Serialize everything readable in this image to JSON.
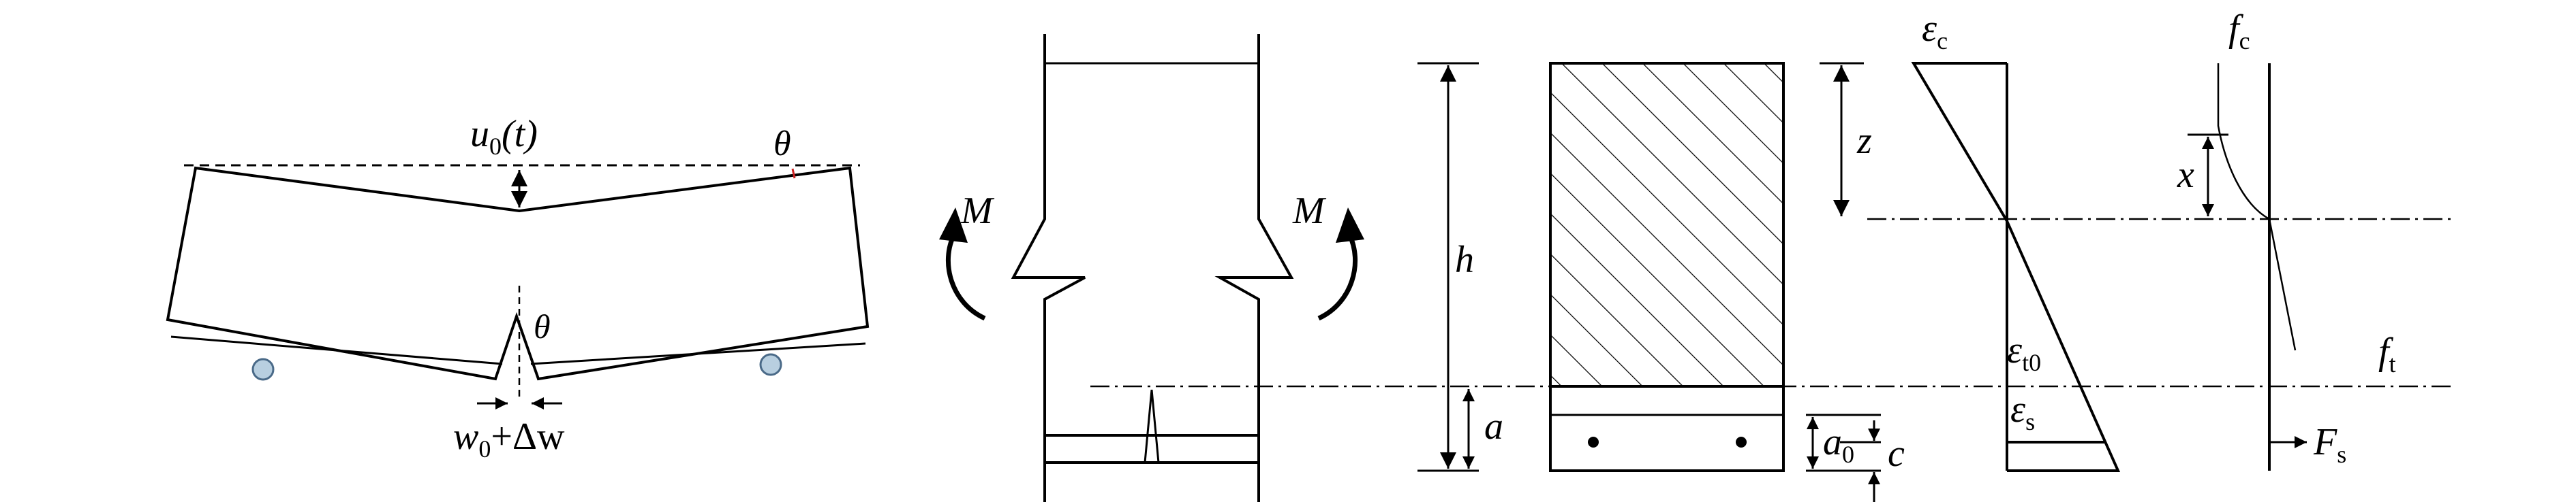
{
  "beam": {
    "deflection_label": "u",
    "deflection_sub": "0",
    "deflection_arg": "(t)",
    "angle_top": "θ",
    "angle_notch": "θ",
    "crack_label": {
      "w": "w",
      "w_sub": "0",
      "plus": "+Δw"
    }
  },
  "specimen": {
    "moment_left": "M",
    "moment_right": "M"
  },
  "section": {
    "h": "h",
    "a": "a",
    "z": "z",
    "a0": "a",
    "a0_sub": "0",
    "c": "c"
  },
  "strain": {
    "eps_c": "ε",
    "eps_c_sub": "c",
    "eps_t0": "ε",
    "eps_t0_sub": "t0",
    "eps_s": "ε",
    "eps_s_sub": "s"
  },
  "stress": {
    "fc": "f",
    "fc_sub": "c",
    "x": "x",
    "ft": "f",
    "ft_sub": "t",
    "Fs": "F",
    "Fs_sub": "s"
  },
  "colors": {
    "line": "#000000",
    "support_fill": "#b8cfe0",
    "support_stroke": "#4a6a88",
    "angle_mark": "#cc2222"
  }
}
